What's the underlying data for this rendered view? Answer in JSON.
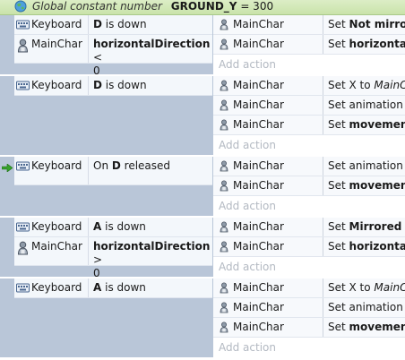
{
  "header": {
    "label": "Global constant number",
    "name": "GROUND_Y",
    "value": "= 300"
  },
  "add_action_label": "Add action",
  "objects": {
    "keyboard": "Keyboard",
    "mainchar": "MainChar"
  },
  "events": [
    {
      "conditions": [
        {
          "icon": "keyboard-icon",
          "object": "Keyboard",
          "desc": [
            [
              "D",
              "b"
            ],
            [
              " is down",
              ""
            ]
          ]
        },
        {
          "icon": "character-icon",
          "object": "MainChar",
          "desc": [
            [
              "horizontalDirection",
              "b"
            ],
            [
              " <",
              ""
            ],
            [
              "0",
              ""
            ]
          ]
        }
      ],
      "actions": [
        {
          "object": "MainChar",
          "desc": [
            [
              "Set ",
              ""
            ],
            [
              "Not mirrored",
              "b"
            ]
          ]
        },
        {
          "object": "MainChar",
          "desc": [
            [
              "Set ",
              ""
            ],
            [
              "horizontalDirection",
              "b"
            ]
          ]
        }
      ]
    },
    {
      "conditions": [
        {
          "icon": "keyboard-icon",
          "object": "Keyboard",
          "desc": [
            [
              "D",
              "b"
            ],
            [
              " is down",
              ""
            ]
          ]
        }
      ],
      "actions": [
        {
          "object": "MainChar",
          "desc": [
            [
              "Set X to ",
              ""
            ],
            [
              "MainChar",
              "i"
            ]
          ]
        },
        {
          "object": "MainChar",
          "desc": [
            [
              "Set animation to",
              ""
            ]
          ]
        },
        {
          "object": "MainChar",
          "desc": [
            [
              "Set ",
              ""
            ],
            [
              "movementSpeed",
              "b"
            ]
          ]
        }
      ]
    },
    {
      "trigger": "arrow-right-icon",
      "conditions": [
        {
          "icon": "keyboard-icon",
          "object": "Keyboard",
          "desc": [
            [
              "On ",
              ""
            ],
            [
              "D",
              "b"
            ],
            [
              " released",
              ""
            ]
          ]
        }
      ],
      "actions": [
        {
          "object": "MainChar",
          "desc": [
            [
              "Set animation to",
              ""
            ]
          ]
        },
        {
          "object": "MainChar",
          "desc": [
            [
              "Set ",
              ""
            ],
            [
              "movementSpeed",
              "b"
            ]
          ]
        }
      ]
    },
    {
      "conditions": [
        {
          "icon": "keyboard-icon",
          "object": "Keyboard",
          "desc": [
            [
              "A",
              "b"
            ],
            [
              " is down",
              ""
            ]
          ]
        },
        {
          "icon": "character-icon",
          "object": "MainChar",
          "desc": [
            [
              "horizontalDirection",
              "b"
            ],
            [
              " >",
              ""
            ],
            [
              "0",
              ""
            ]
          ]
        }
      ],
      "actions": [
        {
          "object": "MainChar",
          "desc": [
            [
              "Set ",
              ""
            ],
            [
              "Mirrored",
              "b"
            ]
          ]
        },
        {
          "object": "MainChar",
          "desc": [
            [
              "Set ",
              ""
            ],
            [
              "horizontalDirection",
              "b"
            ]
          ]
        }
      ]
    },
    {
      "conditions": [
        {
          "icon": "keyboard-icon",
          "object": "Keyboard",
          "desc": [
            [
              "A",
              "b"
            ],
            [
              " is down",
              ""
            ]
          ]
        }
      ],
      "actions": [
        {
          "object": "MainChar",
          "desc": [
            [
              "Set X to ",
              ""
            ],
            [
              "MainChar",
              "i"
            ]
          ]
        },
        {
          "object": "MainChar",
          "desc": [
            [
              "Set animation to",
              ""
            ]
          ]
        },
        {
          "object": "MainChar",
          "desc": [
            [
              "Set ",
              ""
            ],
            [
              "movementSpeed",
              "b"
            ]
          ]
        }
      ]
    }
  ]
}
